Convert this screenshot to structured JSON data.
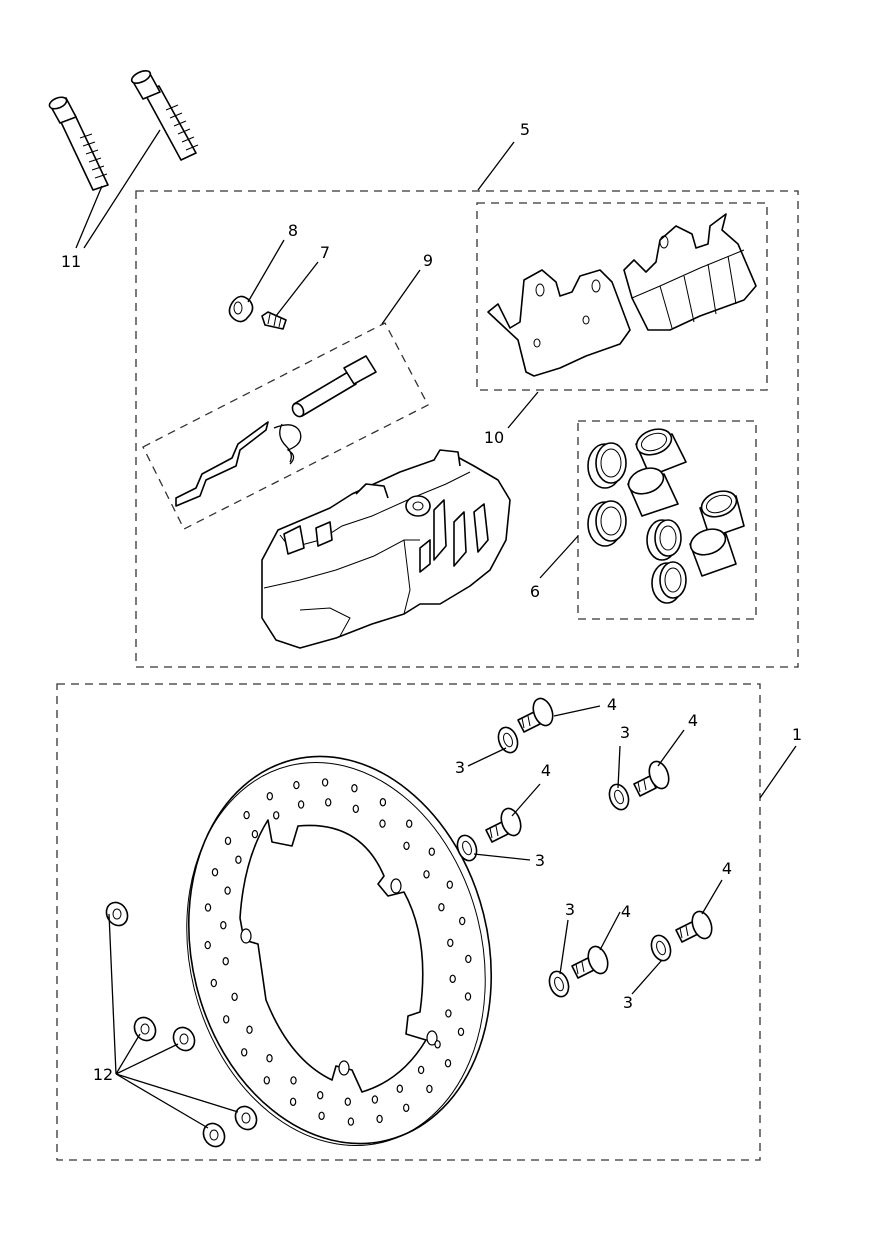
{
  "callouts": {
    "c1": "1",
    "c3a": "3",
    "c3b": "3",
    "c3c": "3",
    "c3d": "3",
    "c3e": "3",
    "c4a": "4",
    "c4b": "4",
    "c4c": "4",
    "c4d": "4",
    "c4e": "4",
    "c5": "5",
    "c6": "6",
    "c7": "7",
    "c8": "8",
    "c9": "9",
    "c10": "10",
    "c11": "11",
    "c12": "12"
  }
}
